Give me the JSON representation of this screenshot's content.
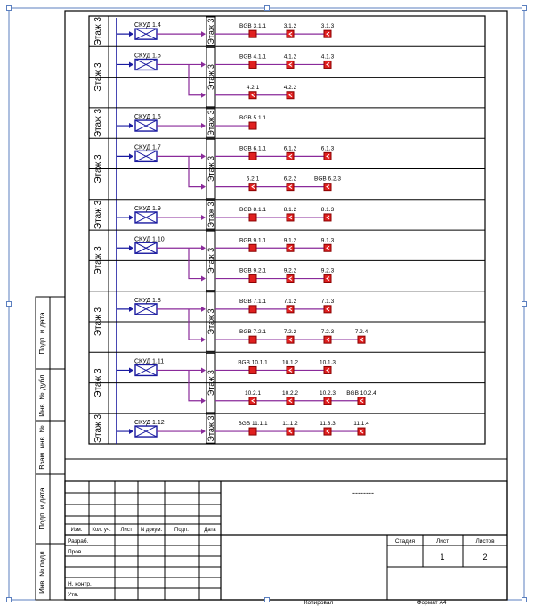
{
  "floor_label": "Этаж 3",
  "rows": [
    {
      "unit": "СКУД 1.4",
      "fixtures": [
        [
          "BGB 3.1.1",
          "3.1.2",
          "3.1.3"
        ]
      ]
    },
    {
      "unit": "СКУД 1.5",
      "fixtures": [
        [
          "BGB 4.1.1",
          "4.1.2",
          "4.1.3"
        ],
        [
          "4.2.1",
          "4.2.2"
        ]
      ]
    },
    {
      "unit": "СКУД 1.6",
      "fixtures": [
        [
          "BGB 5.1.1"
        ]
      ]
    },
    {
      "unit": "СКУД 1.7",
      "fixtures": [
        [
          "BGB 6.1.1",
          "6.1.2",
          "6.1.3"
        ],
        [
          "6.2.1",
          "6.2.2",
          "BGB 6.2.3"
        ]
      ]
    },
    {
      "unit": "СКУД 1.9",
      "fixtures": [
        [
          "BGB 8.1.1",
          "8.1.2",
          "8.1.3"
        ]
      ]
    },
    {
      "unit": "СКУД 1.10",
      "fixtures": [
        [
          "BGB 9.1.1",
          "9.1.2",
          "9.1.3"
        ],
        [
          "BGB 9.2.1",
          "9.2.2",
          "9.2.3"
        ]
      ]
    },
    {
      "unit": "СКУД 1.8",
      "fixtures": [
        [
          "BGB 7.1.1",
          "7.1.2",
          "7.1.3"
        ],
        [
          "BGB 7.2.1",
          "7.2.2",
          "7.2.3",
          "7.2.4"
        ]
      ]
    },
    {
      "unit": "СКУД 1.11",
      "fixtures": [
        [
          "BGB 10.1.1",
          "10.1.2",
          "10.1.3"
        ],
        [
          "10.2.1",
          "10.2.2",
          "10.2.3",
          "BGB 10.2.4"
        ]
      ]
    },
    {
      "unit": "СКУД 1.12",
      "fixtures": [
        [
          "BGB 11.1.1",
          "11.1.2",
          "11.3.3",
          "11.1.4"
        ]
      ]
    }
  ],
  "left_stamp": [
    "Подп. и дата",
    "Инв. № дубл.",
    "Взам. инв. №",
    "Подп. и дата",
    "Инв. № подл."
  ],
  "title_block": {
    "header_cols": [
      "Изм.",
      "Кол. уч.",
      "Лист",
      "N докум.",
      "Подп.",
      "Дата"
    ],
    "roles": [
      "Разраб.",
      "Пров.",
      "",
      "Н. контр.",
      "Утв."
    ],
    "doc_title": "--------",
    "col_labels": [
      "Стадия",
      "Лист",
      "Листов"
    ],
    "sheet": "1",
    "sheets": "2",
    "copied": "Копировал",
    "format": "Формат А4"
  },
  "colors": {
    "bus": "#1a1aa0",
    "link": "#8a2a9a",
    "fixture_fill": "#e02020",
    "fixture_border": "#8a0000",
    "frame": "#000000",
    "selection": "#5b7fbf"
  }
}
